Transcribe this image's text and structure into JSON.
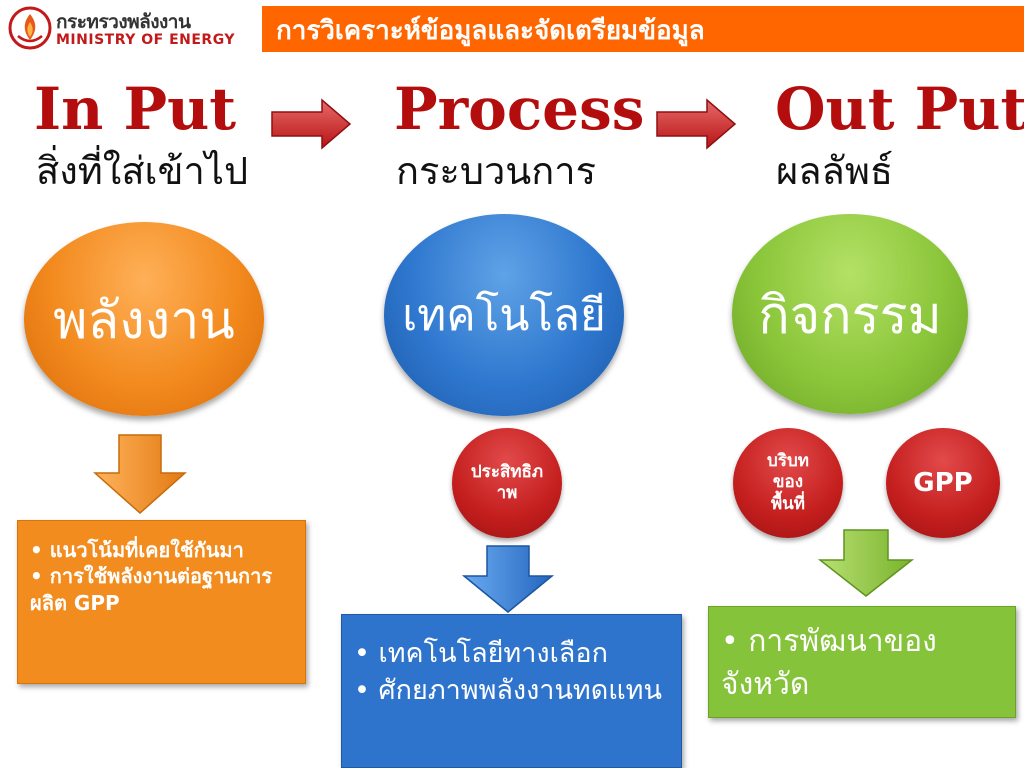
{
  "header": {
    "logo_thai": "กระทรวงพลังงาน",
    "logo_english": "MINISTRY OF ENERGY",
    "title": "การวิเคราะห์ข้อมูลและจัดเตรียมข้อมูล",
    "bar_color": "#ff6600"
  },
  "stages": [
    {
      "title": "In Put",
      "subtitle": "สิ่งที่ใส่เข้าไป",
      "ellipse_label": "พลังงาน",
      "ellipse_color": "#f28a1e"
    },
    {
      "title": "Process",
      "subtitle": "กระบวนการ",
      "ellipse_label": "เทคโนโลยี",
      "ellipse_color": "#2f78cf"
    },
    {
      "title": "Out Put",
      "subtitle": "ผลลัพธ์",
      "ellipse_label": "กิจกรรม",
      "ellipse_color": "#8bc63a"
    }
  ],
  "circles": {
    "efficiency": "ประสิทธิภาพ",
    "context_line1": "บริบท",
    "context_line2": "ของ",
    "context_line3": "พื้นที่",
    "gpp": "GPP"
  },
  "boxes": {
    "input_items": [
      "แนวโน้มที่เคยใช้กันมา",
      "การใช้พลังงานต่อฐานการผลิต GPP"
    ],
    "process_items": [
      "เทคโนโลยีทางเลือก",
      "ศักยภาพพลังงานทดแทน"
    ],
    "output_items": [
      "การพัฒนาของจังหวัด"
    ]
  },
  "icons": {
    "right_arrow": "red-right-arrow-icon",
    "down_arrow_orange": "orange-down-arrow-icon",
    "down_arrow_blue": "blue-down-arrow-icon",
    "down_arrow_green": "green-down-arrow-icon",
    "logo": "ministry-logo-icon"
  },
  "colors": {
    "title_red": "#b30d0d",
    "circle_red": "#c41e1e"
  }
}
